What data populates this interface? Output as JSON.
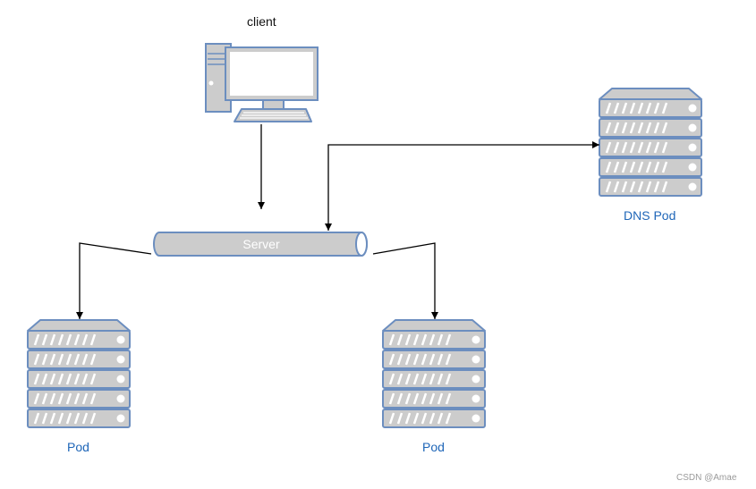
{
  "nodes": {
    "client_label": "client",
    "server_label": "Server",
    "dns_label": "DNS Pod",
    "pod_left_label": "Pod",
    "pod_right_label": "Pod"
  },
  "watermark": "CSDN @Amae",
  "colors": {
    "outline": "#6c8ebf",
    "fill": "#cccccc",
    "screen": "#ffffff",
    "server_text": "#ffffff",
    "label_blue": "#1f66b8",
    "arrow": "#000000"
  }
}
